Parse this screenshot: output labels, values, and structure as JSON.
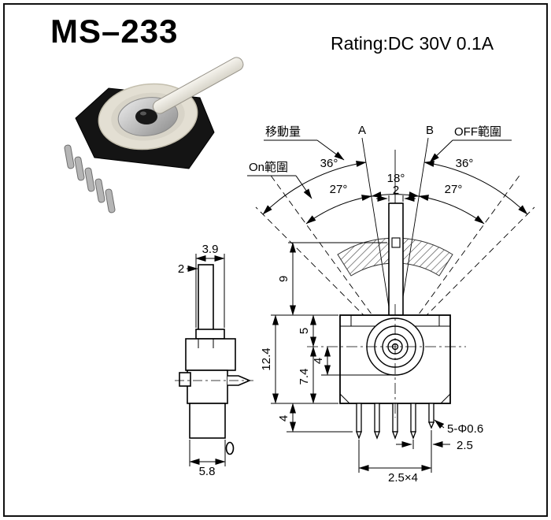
{
  "header": {
    "title": "MS–233",
    "rating": "Rating:DC 30V 0.1A"
  },
  "front_view": {
    "label_movement": "移動量",
    "label_on_range": "On範圍",
    "label_off_range": "OFF範圍",
    "label_a": "A",
    "label_b": "B",
    "angle_left_outer": "36°",
    "angle_center": "18°",
    "angle_right_outer": "36°",
    "angle_left_inner": "27°",
    "angle_right_inner": "27°",
    "dim_shaft_width": "2",
    "dim_shaft_height": "9",
    "dim_body_height": "12.4",
    "dim_top_to_center": "5",
    "dim_center_to_hub": "4",
    "dim_center_to_bottom": "7.4",
    "dim_pin_length": "4",
    "dim_pin_spec": "5-Φ0.6",
    "dim_pin_pitch": "2.5",
    "dim_pitch_total": "2.5×4"
  },
  "side_view": {
    "dim_shaft_depth": "3.9",
    "dim_shaft_thickness": "2",
    "dim_body_depth": "5.8"
  }
}
